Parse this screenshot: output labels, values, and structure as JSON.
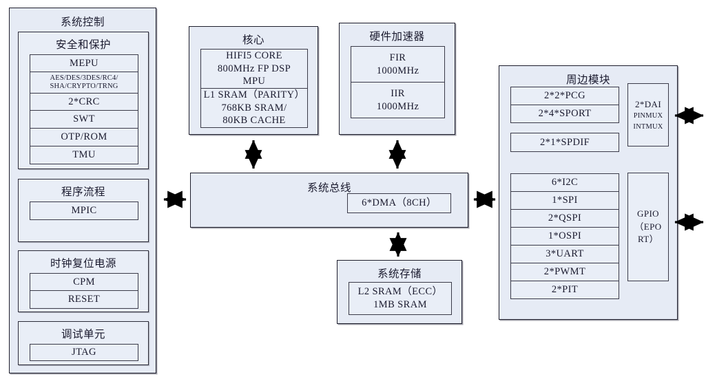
{
  "diagram": {
    "title_system_control": "系统控制",
    "system_control": {
      "security": {
        "title": "安全和保护",
        "items": [
          "MEPU",
          "AES/DES/3DES/RC4/\nSHA/CRYPTO/TRNG",
          "2*CRC",
          "SWT",
          "OTP/ROM",
          "TMU"
        ]
      },
      "program_flow": {
        "title": "程序流程",
        "items": [
          "MPIC"
        ]
      },
      "clock_reset_power": {
        "title": "时钟复位电源",
        "items": [
          "CPM",
          "RESET"
        ]
      },
      "debug_unit": {
        "title": "调试单元",
        "items": [
          "JTAG"
        ]
      }
    },
    "core": {
      "title": "核心",
      "cpu_lines": [
        "HIFI5 CORE",
        "800MHz FP DSP",
        "MPU"
      ],
      "mem_lines": [
        "L1 SRAM（PARITY）",
        "768KB SRAM/",
        "80KB CACHE"
      ]
    },
    "accelerator": {
      "title": "硬件加速器",
      "blocks": [
        {
          "name": "FIR",
          "freq": "1000MHz"
        },
        {
          "name": "IIR",
          "freq": "1000MHz"
        }
      ]
    },
    "system_bus": {
      "title": "系统总线",
      "dma": "6*DMA（8CH）"
    },
    "system_storage": {
      "title": "系统存储",
      "lines": [
        "L2 SRAM（ECC）",
        "1MB SRAM"
      ]
    },
    "peripheral": {
      "title": "周边模块",
      "group_audio": [
        "2*2*PCG",
        "2*4*SPORT"
      ],
      "group_spdif": [
        "2*1*SPDIF"
      ],
      "group_serial": [
        "6*I2C",
        "1*SPI",
        "2*QSPI",
        "1*OSPI",
        "3*UART",
        "2*PWMT",
        "2*PIT"
      ],
      "dai": {
        "line1": "2*DAI",
        "line2": "PINMUX",
        "line3": "INTMUX"
      },
      "gpio": {
        "line1": "GPIO",
        "line2": "（EPO",
        "line3": "RT）"
      }
    }
  },
  "colors": {
    "fill": "#e6ebf5",
    "inner_fill": "#e9eef7",
    "stroke": "#1d1d2b",
    "arrow": "#000000",
    "background": "#ffffff"
  }
}
